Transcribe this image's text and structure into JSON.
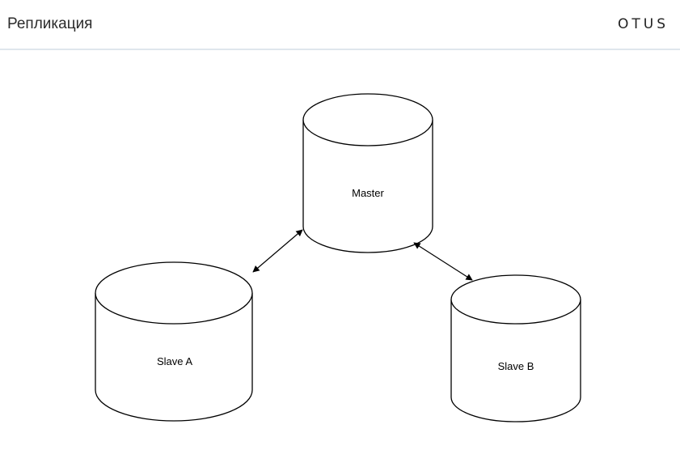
{
  "header": {
    "title": "Репликация",
    "logo_text": "OTUS"
  },
  "diagram": {
    "nodes": [
      {
        "id": "master",
        "label": "Master"
      },
      {
        "id": "slave-a",
        "label": "Slave A"
      },
      {
        "id": "slave-b",
        "label": "Slave B"
      }
    ],
    "edges": [
      {
        "from": "master",
        "to": "slave-a",
        "direction": "bidirectional"
      },
      {
        "from": "master",
        "to": "slave-b",
        "direction": "bidirectional"
      }
    ]
  },
  "colors": {
    "stroke": "#000000",
    "fill": "#ffffff",
    "header_rule": "#dfe6ed"
  }
}
